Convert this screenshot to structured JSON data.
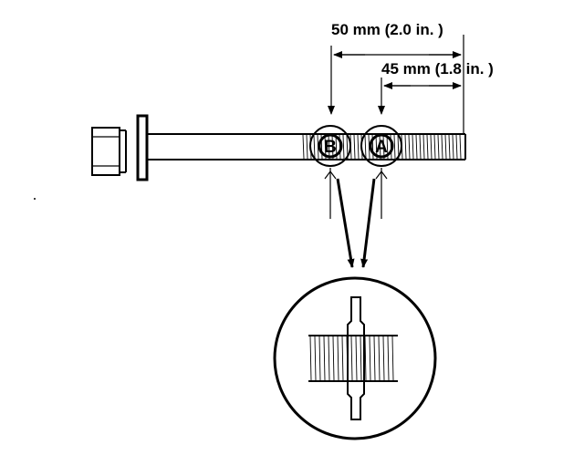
{
  "dimensions": {
    "outer": {
      "label": "50 mm (2.0 in. )"
    },
    "inner": {
      "label": "45 mm (1.8 in. )"
    }
  },
  "callouts": {
    "a": {
      "label": "A"
    },
    "b": {
      "label": "B"
    }
  }
}
